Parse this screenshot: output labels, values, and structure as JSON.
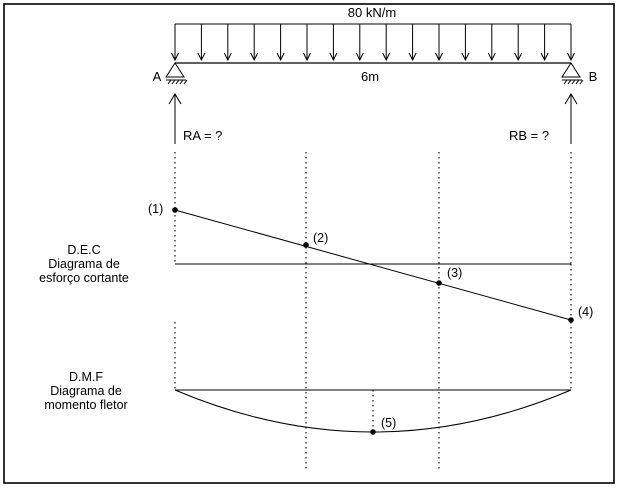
{
  "load": {
    "label": "80 kN/m"
  },
  "beam": {
    "span_label": "6m",
    "support_a": "A",
    "support_b": "B"
  },
  "reactions": {
    "ra": "RA = ?",
    "rb": "RB = ?"
  },
  "dec": {
    "title": "D.E.C",
    "subtitle_1": "Diagrama de",
    "subtitle_2": "esforço cortante",
    "points": [
      "(1)",
      "(2)",
      "(3)",
      "(4)"
    ]
  },
  "dmf": {
    "title": "D.M.F",
    "subtitle_1": "Diagrama de",
    "subtitle_2": "momento fletor",
    "points": [
      "(5)"
    ]
  }
}
